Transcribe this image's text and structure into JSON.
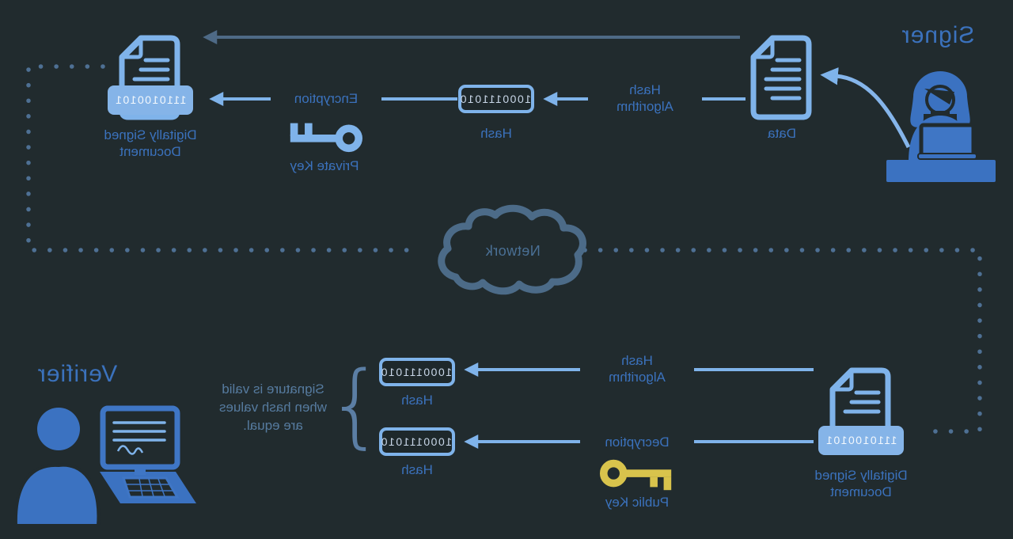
{
  "signer": {
    "title": "Signer",
    "data_label": "Data",
    "hash_algorithm_line1": "Hash",
    "hash_algorithm_line2": "Algorithm",
    "hash_value": "1000111010",
    "hash_label": "Hash",
    "encryption_label": "Encryption",
    "private_key_label": "Private Key",
    "signed_doc_value": "1110100101",
    "signed_doc_line1": "Digitally Signed",
    "signed_doc_line2": "Document"
  },
  "network": {
    "label": "Network"
  },
  "verifier": {
    "title": "Verifier",
    "signed_doc_value": "1110100101",
    "signed_doc_line1": "Digitally Signed",
    "signed_doc_line2": "Document",
    "hash_algorithm_line1": "Hash",
    "hash_algorithm_line2": "Algorithm",
    "hash_value_top": "1000111010",
    "hash_label_top": "Hash",
    "decryption_label": "Decryption",
    "public_key_label": "Public Key",
    "hash_value_bottom": "1000111010",
    "hash_label_bottom": "Hash",
    "brace_glyph": "}",
    "validity_line1": "Signature is valid",
    "validity_line2": "when hash values",
    "validity_line3": "are equal."
  },
  "colors": {
    "background": "#212b2e",
    "light_blue": "#7fb3ea",
    "medium_blue": "#3b72bd",
    "slate_blue": "#4c6b88",
    "dotted_blue": "#4e7094",
    "note_blue": "#567b9f",
    "key_yellow": "#d8c34c",
    "band_fill": "#85b4e8",
    "band_text": "#f3f8fd"
  },
  "note_mirrored": "entire diagram rendered horizontally mirrored"
}
